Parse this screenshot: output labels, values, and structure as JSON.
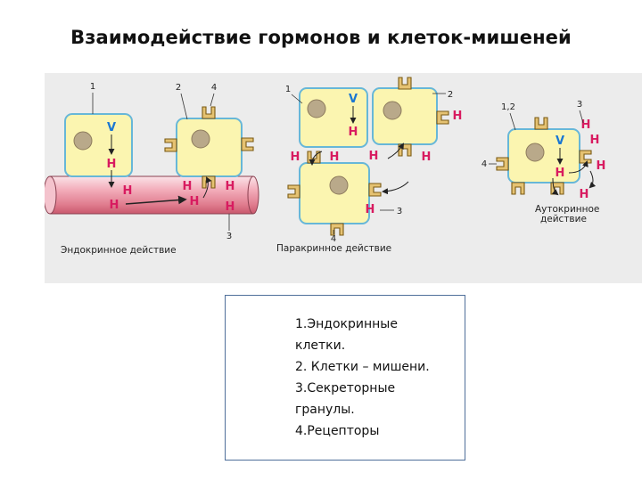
{
  "slide": {
    "title": "Взаимодействие гормонов и клеток-мишеней"
  },
  "figure": {
    "hormone_symbol": "H",
    "precursor_symbol": "V",
    "panels": {
      "endocrine": {
        "caption": "Эндокринное действие",
        "markers": [
          "1",
          "2",
          "4",
          "3"
        ]
      },
      "paracrine": {
        "caption": "Паракринное действие",
        "markers": [
          "1",
          "2",
          "3",
          "4"
        ]
      },
      "autocrine": {
        "caption_line1": "Аутокринное",
        "caption_line2": "действие",
        "markers": [
          "1,2",
          "3",
          "4"
        ]
      }
    },
    "colors": {
      "cell_fill": "#fbf5b0",
      "cell_border": "#67b7d8",
      "receptor_fill": "#e5c272",
      "receptor_border": "#7a5a14",
      "hormone": "#d81b60",
      "precursor": "#1976d2",
      "vessel": "#e38a99",
      "background": "#ececec"
    }
  },
  "legend": {
    "lines": [
      "1.Эндокринные",
      "клетки.",
      "2. Клетки – мишени.",
      "3.Секреторные",
      "гранулы.",
      "4.Рецепторы"
    ]
  }
}
